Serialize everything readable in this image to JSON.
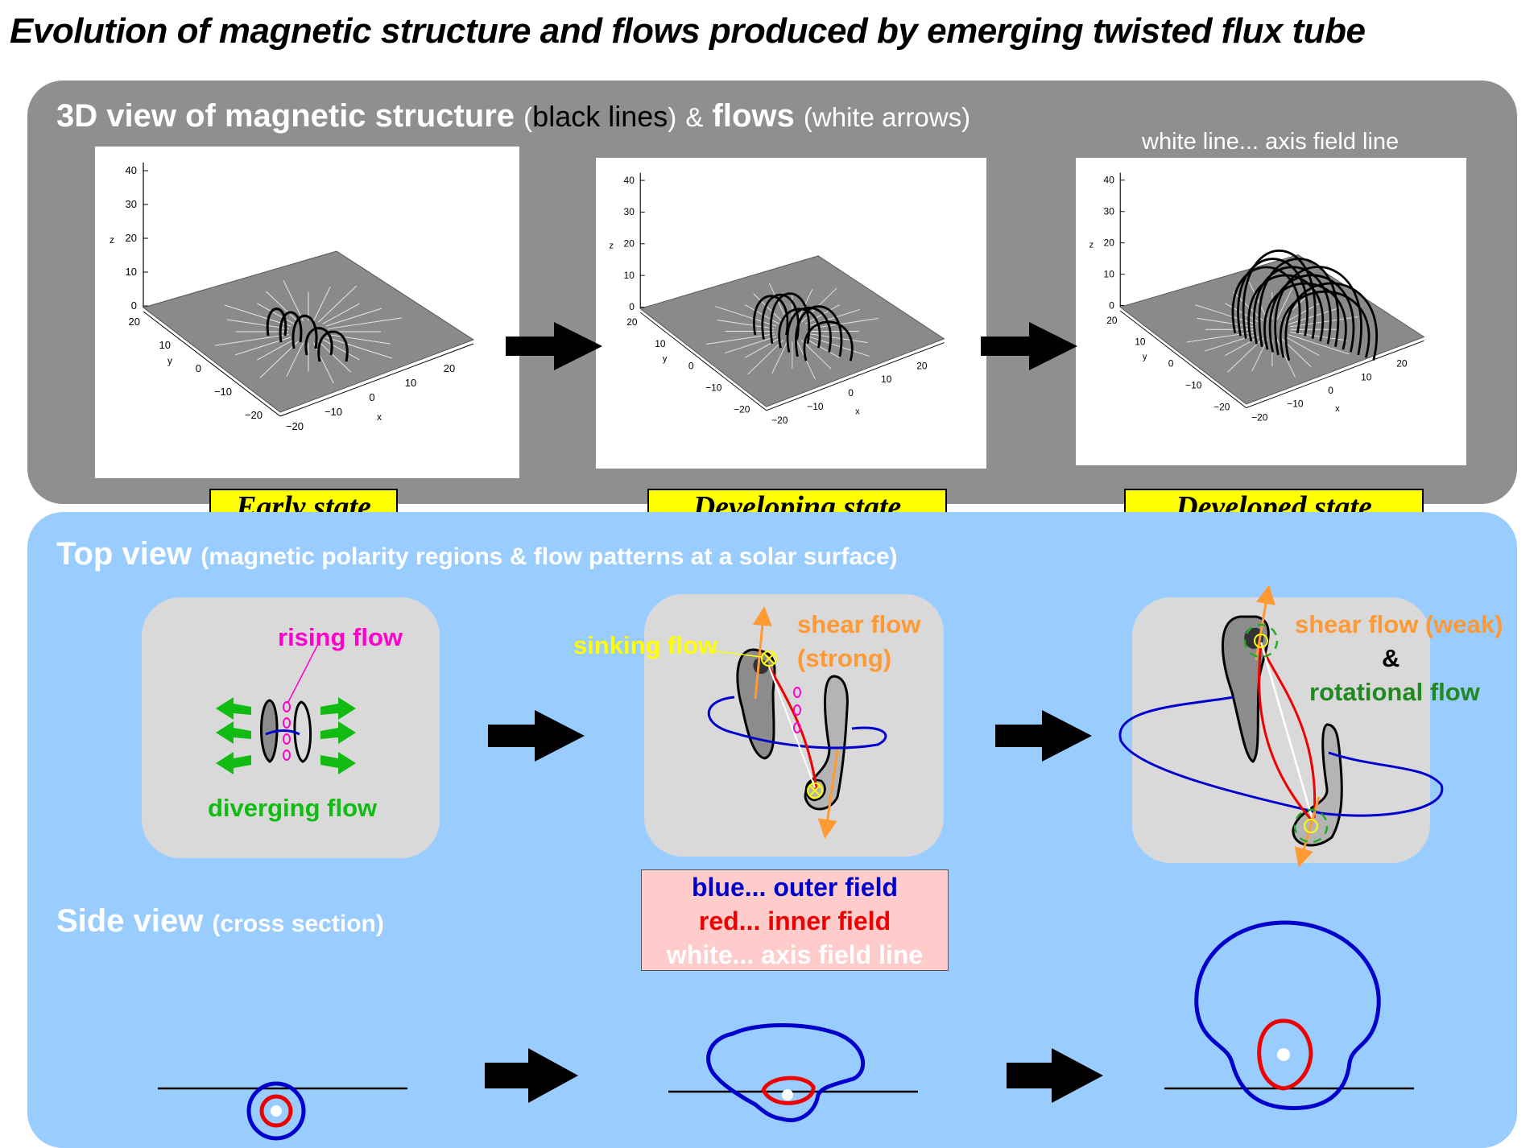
{
  "title": "Evolution of magnetic structure and flows produced by emerging twisted flux tube",
  "panel_3d": {
    "heading_main1": "3D view of magnetic structure",
    "heading_paren1": "(",
    "heading_black": "black lines",
    "heading_paren2": ")",
    "heading_amp": "&",
    "heading_main2": "flows",
    "heading_sub": "(white arrows)",
    "note": "white line... axis field line",
    "axis": {
      "z_label": "z",
      "y_label": "y",
      "x_label": "x",
      "z_ticks": [
        "40",
        "30",
        "20",
        "10",
        "0"
      ],
      "y_ticks": [
        "20",
        "10",
        "0",
        "−10",
        "−20"
      ],
      "x_ticks": [
        "−20",
        "−10",
        "0",
        "10",
        "20"
      ]
    }
  },
  "states": [
    "Early state",
    "Developing state",
    "Developed state"
  ],
  "top_view": {
    "heading_main": "Top view",
    "heading_sub": "(magnetic polarity regions & flow patterns at a solar surface)",
    "rising_flow": "rising flow",
    "diverging_flow": "diverging flow",
    "sinking_flow": "sinking flow",
    "shear_flow_strong_1": "shear flow",
    "shear_flow_strong_2": "(strong)",
    "shear_flow_weak": "shear flow (weak)",
    "amp": "&",
    "rotational_flow": "rotational flow"
  },
  "legend": {
    "blue": "blue... outer field",
    "red": "red... inner field",
    "white": "white... axis field line"
  },
  "side_view": {
    "heading_main": "Side view",
    "heading_sub": "(cross section)"
  },
  "colors": {
    "panel_3d_bg": "#8f8f8f",
    "panel_top_bg": "#99ccff",
    "state_label_bg": "#ffff00",
    "outer_field": "#0000cc",
    "inner_field": "#ee0000",
    "axis_field": "#ffffff",
    "diverging_arrow": "#11bb11",
    "rising_flow": "#ff00cc",
    "sinking_flow": "#ffff00",
    "shear_flow": "#ff9933",
    "rotational_flow": "#228822",
    "legend_bg": "#ffcccc"
  }
}
